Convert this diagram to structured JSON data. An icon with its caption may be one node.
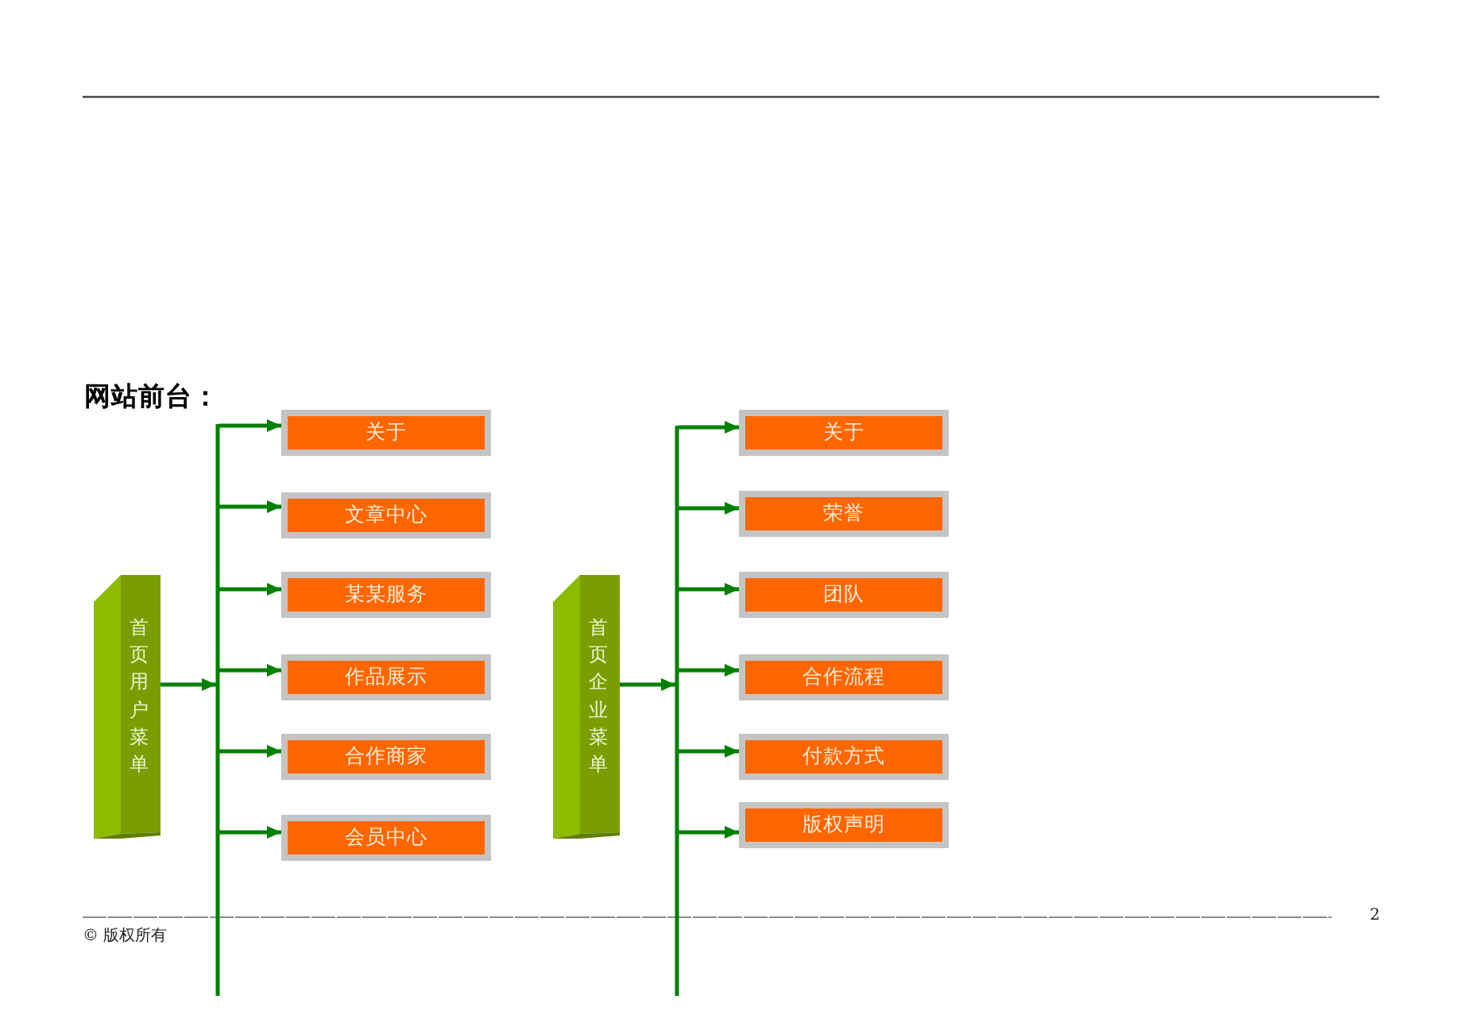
{
  "diagram": {
    "title": "网站前台：",
    "nodes": [
      {
        "text": [
          "首页用户菜单"
        ]
      },
      {
        "text": [
          "关于"
        ]
      },
      {
        "text": [
          "文章中心"
        ]
      },
      {
        "text": [
          "某某服务"
        ]
      },
      {
        "text": [
          "作品展示"
        ]
      },
      {
        "text": [
          "合作商家"
        ]
      },
      {
        "text": [
          "会员中心"
        ]
      },
      {
        "text": [
          "首页企业菜单"
        ]
      },
      {
        "text": [
          "关于"
        ]
      },
      {
        "text": [
          "荣誉"
        ]
      },
      {
        "text": [
          "团队"
        ]
      },
      {
        "text": [
          "合作流程"
        ]
      },
      {
        "text": [
          "付款方式"
        ]
      },
      {
        "text": [
          "版权声明"
        ]
      }
    ],
    "edges": [
      {
        "from": 0,
        "to": 1,
        "arrow": "to"
      },
      {
        "from": 0,
        "to": 2,
        "arrow": "to"
      },
      {
        "from": 0,
        "to": 3,
        "arrow": "to"
      },
      {
        "from": 0,
        "to": 4,
        "arrow": "to"
      },
      {
        "from": 0,
        "to": 5,
        "arrow": "to"
      },
      {
        "from": 0,
        "to": 6,
        "arrow": "to"
      },
      {
        "from": 7,
        "to": 8,
        "arrow": "to"
      },
      {
        "from": 7,
        "to": 9,
        "arrow": "to"
      },
      {
        "from": 7,
        "to": 10,
        "arrow": "to"
      },
      {
        "from": 7,
        "to": 11,
        "arrow": "to"
      },
      {
        "from": 7,
        "to": 12,
        "arrow": "to"
      },
      {
        "from": 7,
        "to": 13,
        "arrow": "to"
      }
    ],
    "labels": [
      "© 版权所有",
      "2"
    ]
  }
}
